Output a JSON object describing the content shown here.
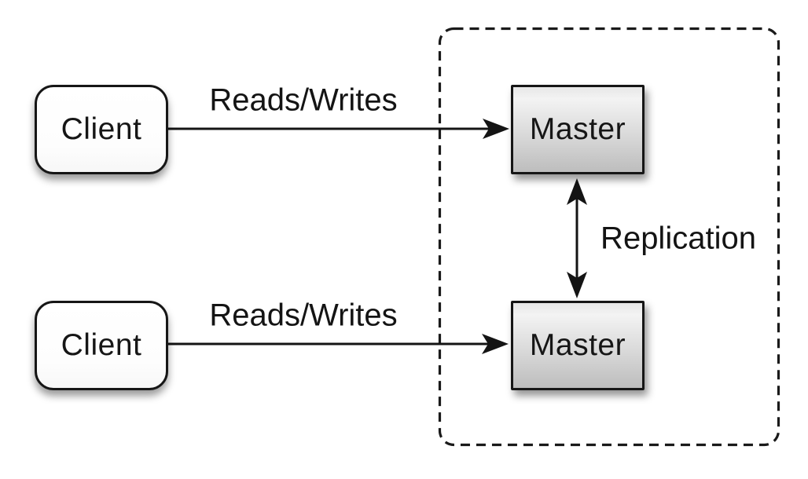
{
  "diagram": {
    "background": "#ffffff",
    "boundary": {
      "description": "dashed rounded rectangle grouping the two master nodes",
      "stroke": "#1a1a1a",
      "style": "dashed"
    },
    "nodes": {
      "client_top": {
        "label": "Client",
        "shape": "rounded-rectangle",
        "fill": "#ffffff"
      },
      "client_bottom": {
        "label": "Client",
        "shape": "rounded-rectangle",
        "fill": "#ffffff"
      },
      "master_top": {
        "label": "Master",
        "shape": "rectangle",
        "fill_top": "#f0f0f0",
        "fill_bottom": "#bdbdbd"
      },
      "master_bottom": {
        "label": "Master",
        "shape": "rectangle",
        "fill_top": "#f0f0f0",
        "fill_bottom": "#bdbdbd"
      }
    },
    "edges": {
      "reads_writes_top": {
        "label": "Reads/Writes",
        "from": "client_top",
        "to": "master_top",
        "arrow": "single"
      },
      "reads_writes_bottom": {
        "label": "Reads/Writes",
        "from": "client_bottom",
        "to": "master_bottom",
        "arrow": "single"
      },
      "replication": {
        "label": "Replication",
        "from": "master_top",
        "to": "master_bottom",
        "arrow": "double"
      }
    }
  }
}
